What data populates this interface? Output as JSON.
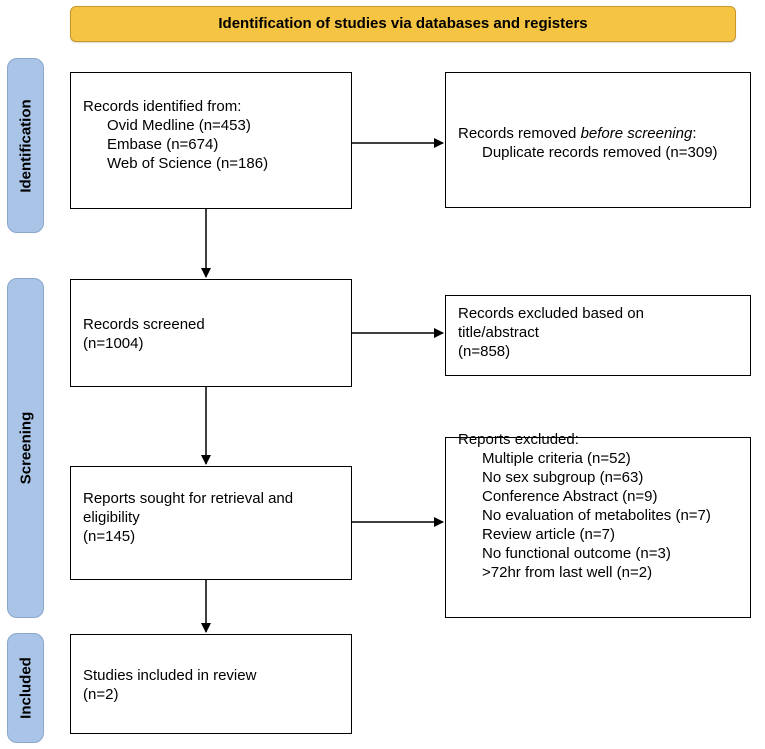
{
  "banner": "Identification of studies via databases and registers",
  "phases": {
    "identification": "Identification",
    "screening": "Screening",
    "included": "Included"
  },
  "records_identified": {
    "heading": "Records identified from:",
    "items": [
      "Ovid Medline (n=453)",
      "Embase (n=674)",
      "Web of Science (n=186)"
    ]
  },
  "records_removed": {
    "heading_prefix": "Records removed ",
    "heading_em": "before screening",
    "heading_suffix": ":",
    "item": "Duplicate records removed (n=309)"
  },
  "records_screened": {
    "label": "Records screened",
    "count": "(n=1004)"
  },
  "records_excluded": {
    "line1": "Records excluded based on",
    "line2": "title/abstract",
    "count": "(n=858)"
  },
  "reports_sought": {
    "line1": "Reports sought for retrieval and",
    "line2": "eligibility",
    "count": "(n=145)"
  },
  "reports_excluded": {
    "heading": "Reports excluded:",
    "items": [
      "Multiple criteria (n=52)",
      "No sex subgroup (n=63)",
      "Conference Abstract (n=9)",
      "No evaluation of metabolites (n=7)",
      "Review article (n=7)",
      "No functional outcome (n=3)",
      ">72hr from last well (n=2)"
    ]
  },
  "studies_included": {
    "label": "Studies included in review",
    "count": "(n=2)"
  }
}
